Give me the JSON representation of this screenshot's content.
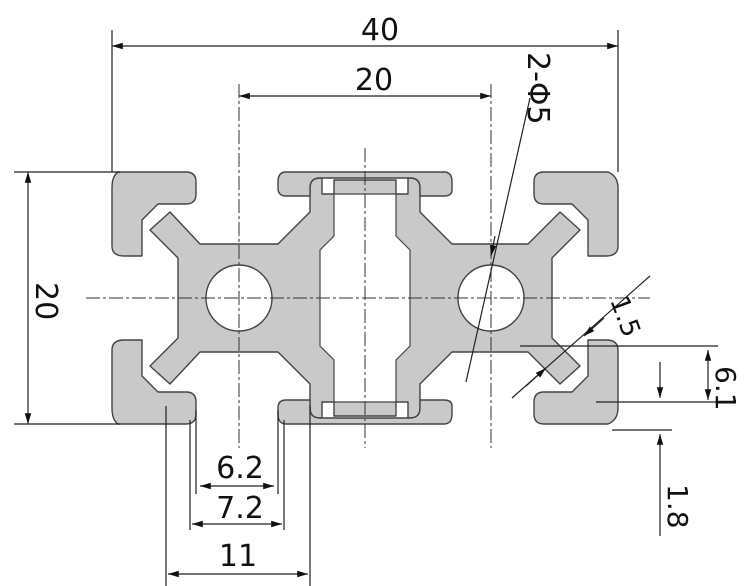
{
  "drawing": {
    "labels": {
      "width_total": "40",
      "hole_spacing": "20",
      "hole_callout": "2-Φ5",
      "height": "20",
      "slot_6_2": "6.2",
      "slot_7_2": "7.2",
      "slot_11": "11",
      "wall_1_5": "1.5",
      "slot_6_1": "6.1",
      "lip_1_8": "1.8"
    }
  }
}
